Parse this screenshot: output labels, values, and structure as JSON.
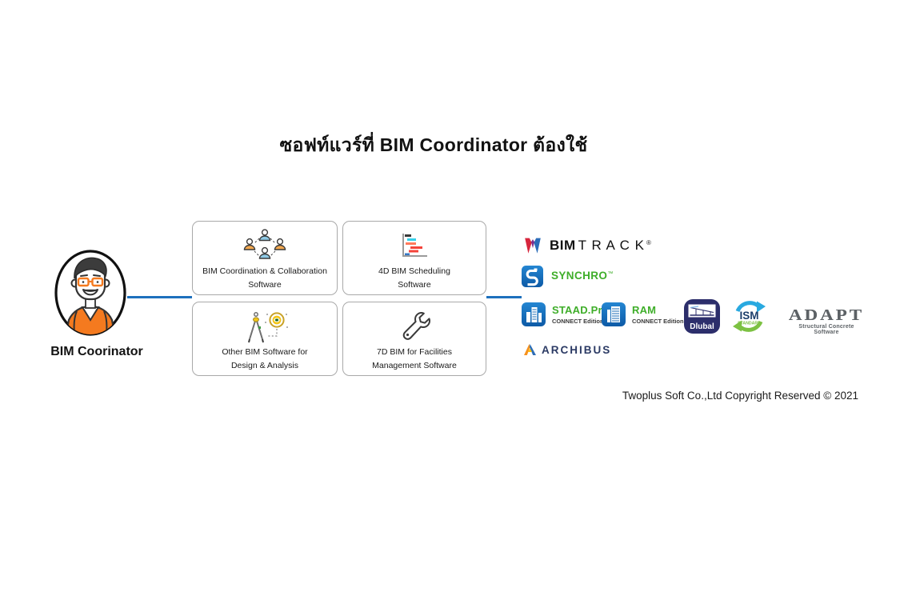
{
  "title": "ซอฟท์แวร์ที่ BIM Coordinator ต้องใช้",
  "person": {
    "label": "BIM Coorinator"
  },
  "boxes": [
    {
      "line1": "BIM Coordination & Collaboration",
      "line2": "Software",
      "icon": "people-network-icon"
    },
    {
      "line1": "4D BIM Scheduling",
      "line2": "Software",
      "icon": "gantt-chart-icon"
    },
    {
      "line1": "Other BIM Software for",
      "line2": "Design & Analysis",
      "icon": "compass-eye-icon"
    },
    {
      "line1": "7D BIM for Facilities",
      "line2": "Management Software",
      "icon": "wrench-icon"
    }
  ],
  "logos": {
    "bimtrack": {
      "bold": "BIM",
      "spaced": "T R A C K",
      "mark": "®"
    },
    "synchro": {
      "name": "SYNCHRO",
      "mark": "™"
    },
    "staad": {
      "name": "STAAD.Pro",
      "edition": "CONNECT Edition"
    },
    "ram": {
      "name": "RAM",
      "edition": "CONNECT Edition"
    },
    "dlubal": {
      "name": "Dlubal"
    },
    "ism": {
      "name": "ISM",
      "sub": "STANDARD"
    },
    "adapt": {
      "name": "ADAPT",
      "sub": "Structural Concrete Software"
    },
    "archibus": {
      "name": "ARCHIBUS"
    }
  },
  "footer": {
    "copyright": "Twoplus Soft Co.,Ltd Copyright Reserved © 2021"
  },
  "colors": {
    "connector_blue": "#1d70bd",
    "accent_orange": "#f47a1f",
    "logo_green": "#3fae2a",
    "logo_blue": "#1173c1",
    "dlubal_navy": "#2c2e6b"
  }
}
